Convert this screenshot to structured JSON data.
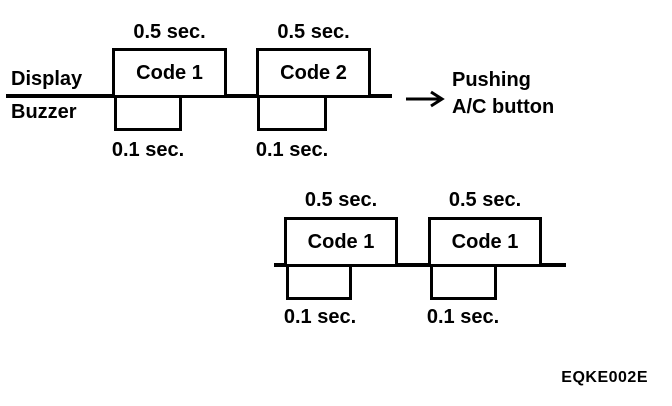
{
  "figure_code": "EQKE002E",
  "colors": {
    "ink": "#000000",
    "background": "#ffffff"
  },
  "top_diagram": {
    "signal_labels": {
      "display": "Display",
      "buzzer": "Buzzer"
    },
    "pulses": [
      {
        "code": "Code 1",
        "display_duration": "0.5 sec.",
        "buzzer_duration": "0.1 sec."
      },
      {
        "code": "Code 2",
        "display_duration": "0.5 sec.",
        "buzzer_duration": "0.1 sec."
      }
    ],
    "annotation": {
      "line1": "Pushing",
      "line2": "A/C button"
    }
  },
  "bottom_diagram": {
    "pulses": [
      {
        "code": "Code 1",
        "display_duration": "0.5 sec.",
        "buzzer_duration": "0.1 sec."
      },
      {
        "code": "Code 1",
        "display_duration": "0.5 sec.",
        "buzzer_duration": "0.1 sec."
      }
    ]
  }
}
